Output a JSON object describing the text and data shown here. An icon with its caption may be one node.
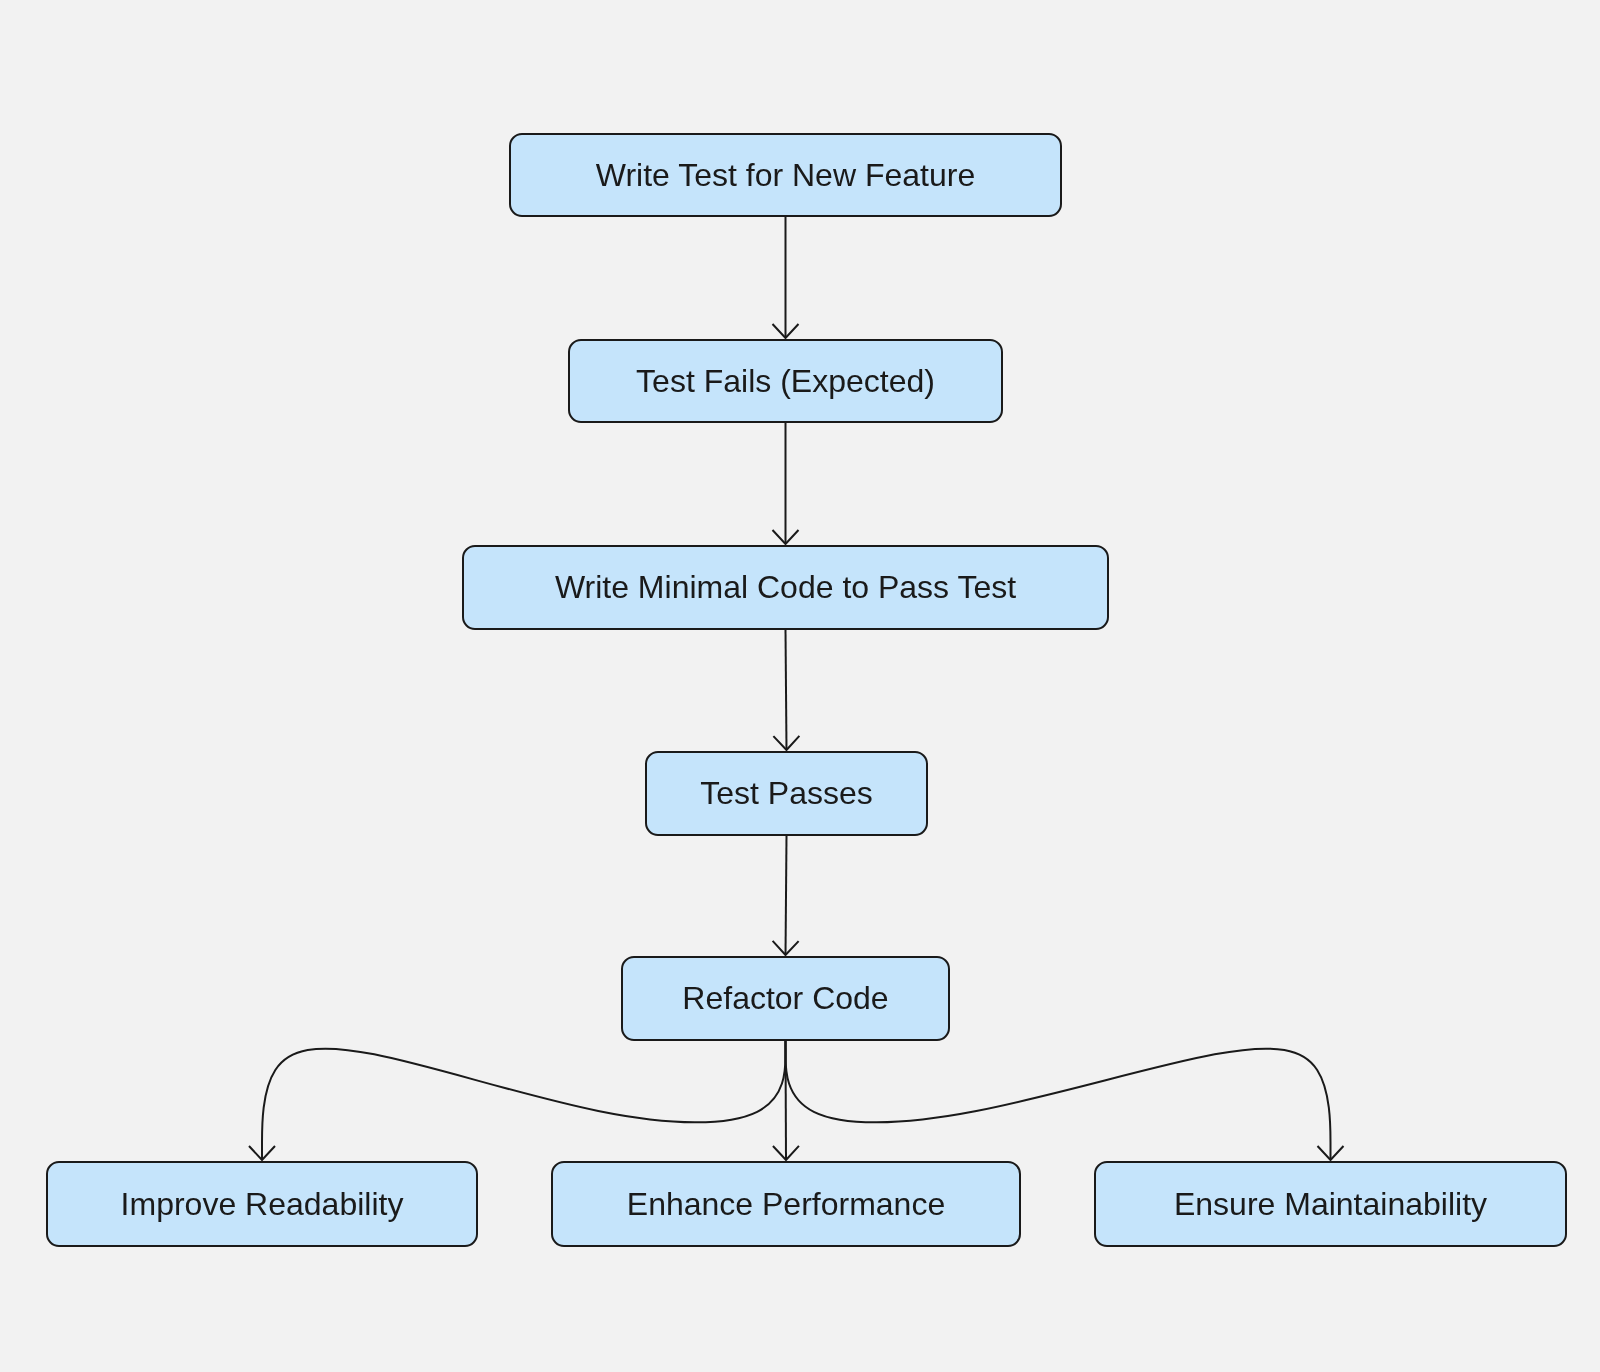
{
  "diagram": {
    "nodes": [
      {
        "text": [
          "Write Test for New Feature"
        ]
      },
      {
        "text": [
          "Test Fails (Expected)"
        ]
      },
      {
        "text": [
          "Write Minimal Code to Pass Test"
        ]
      },
      {
        "text": [
          "Test Passes"
        ]
      },
      {
        "text": [
          "Refactor Code"
        ]
      },
      {
        "text": [
          "Improve Readability"
        ]
      },
      {
        "text": [
          "Enhance Performance"
        ]
      },
      {
        "text": [
          "Ensure Maintainability"
        ]
      }
    ],
    "edges": [
      {
        "from": 0,
        "to": 1,
        "arrow": "to"
      },
      {
        "from": 1,
        "to": 2,
        "arrow": "to"
      },
      {
        "from": 2,
        "to": 3,
        "arrow": "to"
      },
      {
        "from": 3,
        "to": 4,
        "arrow": "to"
      },
      {
        "from": 4,
        "to": 5,
        "arrow": "to"
      },
      {
        "from": 4,
        "to": 6,
        "arrow": "to"
      },
      {
        "from": 4,
        "to": 7,
        "arrow": "to"
      }
    ]
  }
}
